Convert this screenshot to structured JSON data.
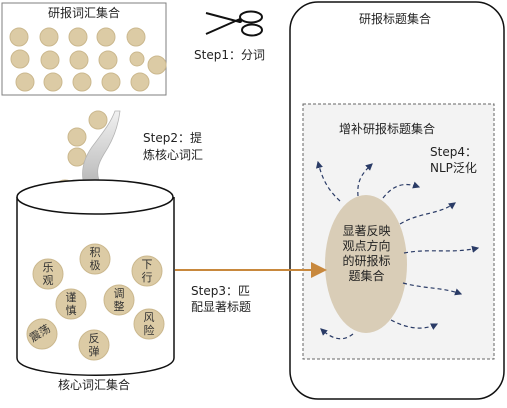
{
  "colors": {
    "ball": "#dccba5",
    "ball_edge": "#cbb88e",
    "ellipse": "#d9cdb7",
    "arrow": "#c8883d",
    "panel_bg": "#f3f3f3",
    "dashed_arrow": "#2a3b66"
  },
  "icons": {
    "scissors": "scissors-icon"
  },
  "vocab_box": {
    "title": "研报词汇集合"
  },
  "steps": {
    "step1": "Step1：分词",
    "step2_line1": "Step2：提",
    "step2_line2": "炼核心词汇",
    "step3_line1": "Step3：匹",
    "step3_line2": "配显著标题",
    "step4_line1": "Step4：",
    "step4_line2": "NLP泛化"
  },
  "core_vocab": {
    "title": "核心词汇集合",
    "words": {
      "w1": "乐观",
      "w2": "积极",
      "w3": "下行",
      "w4": "谨慎",
      "w5": "调整",
      "w6": "风险",
      "w7": "震荡",
      "w8": "反弹"
    }
  },
  "title_set": {
    "title": "研报标题集合",
    "expanded_title": "增补研报标题集合",
    "center_text": "显著反映观点方向的研报标题集合"
  }
}
